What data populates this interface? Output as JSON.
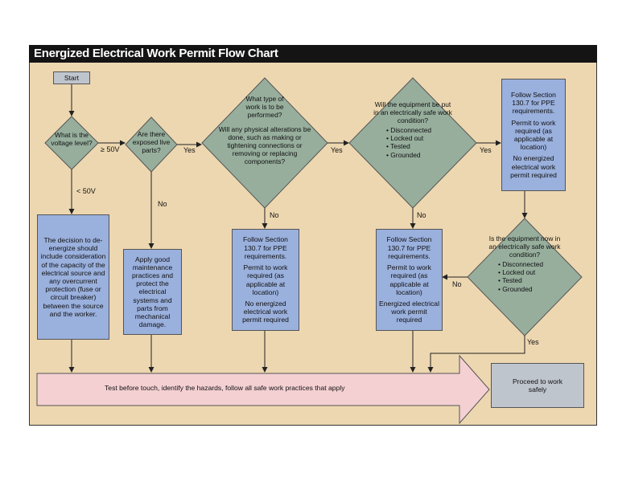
{
  "title": "Energized Electrical Work Permit Flow Chart",
  "start": "Start",
  "d_voltage": "What is the voltage level?",
  "d_exposed": "Are there exposed live parts?",
  "d_worktype_q1": "What type of work is to be performed?",
  "d_worktype_q2": "Will any physical alterations be done, such as making or tightening connections or removing or replacing components?",
  "d_safe_q": "Will the equipment be put in an electrically safe work condition?",
  "d_now_q": "Is the equipment now in an electrically safe work condition?",
  "safe_conditions": [
    "Disconnected",
    "Locked out",
    "Tested",
    "Grounded"
  ],
  "labels": {
    "ge50": "≥ 50V",
    "lt50": "< 50V",
    "yes": "Yes",
    "no": "No"
  },
  "box_deenergize": "The decision to de-energize should include consideration of the capacity of the electrical source and any overcurrent protection (fuse or circuit breaker) between the source and the worker.",
  "box_maintenance": "Apply good maintenance practices and protect the electrical systems and parts from mechanical damage.",
  "box_mid": [
    "Follow Section 130.7 for PPE requirements.",
    "Permit to work required (as applicable at location)",
    "No energized electrical work permit required"
  ],
  "box_right_mid": [
    "Follow Section 130.7 for PPE requirements.",
    "Permit to work required (as applicable at location)",
    "Energized electrical work permit required"
  ],
  "box_top_right": [
    "Follow Section 130.7 for PPE requirements.",
    "Permit to work required (as applicable at location)",
    "No energized electrical work permit required"
  ],
  "arrow_text": "Test before touch, identify the hazards, follow all safe work practices that apply",
  "proceed": "Proceed to work safely",
  "colors": {
    "blue_box": "#9ab0dd",
    "diamond": "#97ae9d",
    "arrow": "#f4d0d3",
    "background": "#edd7b0",
    "grey_box": "#bfc5cd"
  }
}
